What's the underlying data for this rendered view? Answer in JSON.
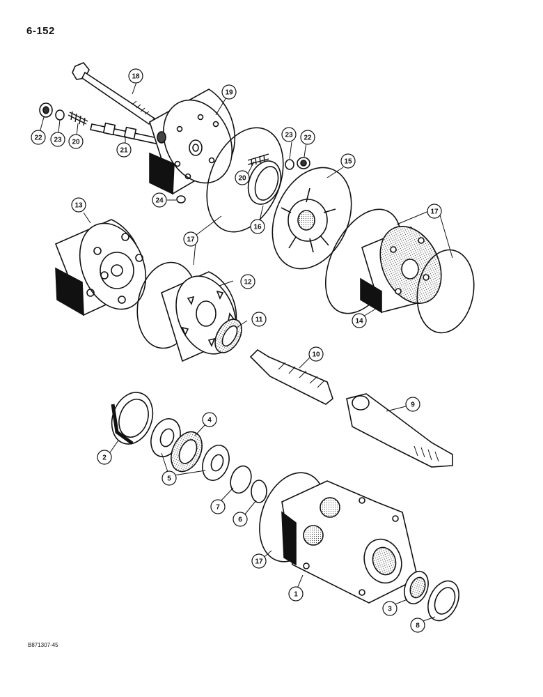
{
  "page": {
    "number": "6-152",
    "figure_id": "B871307-45"
  },
  "callouts": [
    {
      "id": "c19",
      "label": "19"
    },
    {
      "id": "c18",
      "label": "18"
    },
    {
      "id": "c22a",
      "label": "22"
    },
    {
      "id": "c23a",
      "label": "23"
    },
    {
      "id": "c20a",
      "label": "20"
    },
    {
      "id": "c21",
      "label": "21"
    },
    {
      "id": "c24",
      "label": "24"
    },
    {
      "id": "c20b",
      "label": "20"
    },
    {
      "id": "c16",
      "label": "16"
    },
    {
      "id": "c23b",
      "label": "23"
    },
    {
      "id": "c22b",
      "label": "22"
    },
    {
      "id": "c15",
      "label": "15"
    },
    {
      "id": "c17a",
      "label": "17"
    },
    {
      "id": "c13",
      "label": "13"
    },
    {
      "id": "c17b",
      "label": "17"
    },
    {
      "id": "c12",
      "label": "12"
    },
    {
      "id": "c11",
      "label": "11"
    },
    {
      "id": "c14",
      "label": "14"
    },
    {
      "id": "c10",
      "label": "10"
    },
    {
      "id": "c9",
      "label": "9"
    },
    {
      "id": "c4",
      "label": "4"
    },
    {
      "id": "c2",
      "label": "2"
    },
    {
      "id": "c5",
      "label": "5"
    },
    {
      "id": "c7",
      "label": "7"
    },
    {
      "id": "c6",
      "label": "6"
    },
    {
      "id": "c17c",
      "label": "17"
    },
    {
      "id": "c1",
      "label": "1"
    },
    {
      "id": "c3",
      "label": "3"
    },
    {
      "id": "c8",
      "label": "8"
    }
  ]
}
